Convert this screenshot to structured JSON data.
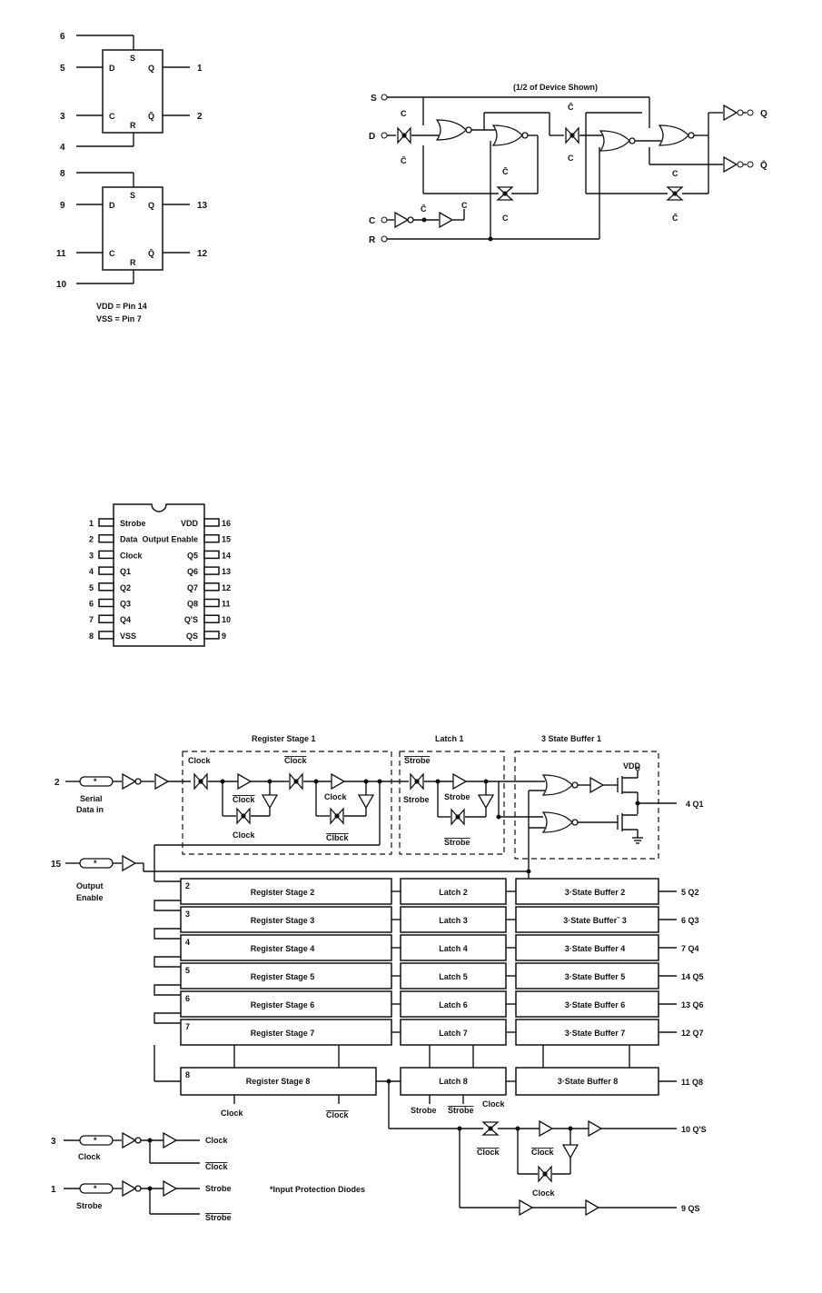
{
  "ff": {
    "a": {
      "set": "6",
      "d": "5",
      "clk": "3",
      "reset": "4",
      "q": "1",
      "qbar": "2"
    },
    "b": {
      "set": "8",
      "d": "9",
      "clk": "11",
      "reset": "10",
      "q": "13",
      "qbar": "12"
    },
    "labels": {
      "d": "D",
      "c": "C",
      "s": "S",
      "r": "R",
      "q": "Q",
      "qbar": "Q̄"
    },
    "power": {
      "vdd": "VDD = Pin 14",
      "vss": "VSS = Pin 7"
    }
  },
  "logic": {
    "title": "(1/2 of Device Shown)",
    "inputs": {
      "s": "S",
      "d": "D",
      "c": "C",
      "r": "R"
    },
    "outputs": {
      "q": "Q",
      "qbar": "Q̄"
    },
    "c": "C",
    "cbar": "C̄"
  },
  "pinout": {
    "left": [
      {
        "num": "1",
        "name": "Strobe"
      },
      {
        "num": "2",
        "name": "Data"
      },
      {
        "num": "3",
        "name": "Clock"
      },
      {
        "num": "4",
        "name": "Q1"
      },
      {
        "num": "5",
        "name": "Q2"
      },
      {
        "num": "6",
        "name": "Q3"
      },
      {
        "num": "7",
        "name": "Q4"
      },
      {
        "num": "8",
        "name": "VSS"
      }
    ],
    "right": [
      {
        "num": "16",
        "name": "VDD"
      },
      {
        "num": "15",
        "name": "Output Enable"
      },
      {
        "num": "14",
        "name": "Q5"
      },
      {
        "num": "13",
        "name": "Q6"
      },
      {
        "num": "12",
        "name": "Q7"
      },
      {
        "num": "11",
        "name": "Q8"
      },
      {
        "num": "10",
        "name": "Q'S"
      },
      {
        "num": "9",
        "name": "QS"
      }
    ]
  },
  "block": {
    "headers": {
      "reg": "Register Stage 1",
      "latch": "Latch 1",
      "buf": "3 State Buffer 1"
    },
    "stage1": {
      "clock": "Clock",
      "clockbar": "Clock",
      "clockbar2": "Clbck",
      "strobe": "Strobe",
      "strobebar": "Strobe",
      "vdd": "VDD"
    },
    "serial": {
      "pin": "2",
      "label1": "Serial",
      "label2": "Data in"
    },
    "oe": {
      "pin": "15",
      "label1": "Output",
      "label2": "Enable"
    },
    "q1": "4  Q1",
    "rows": [
      {
        "num": "2",
        "reg": "Register Stage 2",
        "latch": "Latch 2",
        "buf": "3·State Buffer  2",
        "out": "5  Q2"
      },
      {
        "num": "3",
        "reg": "Register Stage 3",
        "latch": "Latch 3",
        "buf": "3·State Bufferˇ  3",
        "out": "6  Q3"
      },
      {
        "num": "4",
        "reg": "Register Stage 4",
        "latch": "Latch 4",
        "buf": "3·State Buffer  4",
        "out": "7  Q4"
      },
      {
        "num": "5",
        "reg": "Register Stage 5",
        "latch": "Latch 5",
        "buf": "3·State Buffer  5",
        "out": "14  Q5"
      },
      {
        "num": "6",
        "reg": "Register Stage 6",
        "latch": "Latch 6",
        "buf": "3·State Buffer  6",
        "out": "13  Q6"
      },
      {
        "num": "7",
        "reg": "Register Stage 7",
        "latch": "Latch 7",
        "buf": "3·State Buffer  7",
        "out": "12  Q7"
      }
    ],
    "row8": {
      "num": "8",
      "reg": "Register Stage 8",
      "latch": "Latch 8",
      "buf": "3·State Buffer    8",
      "out": "11  Q8"
    },
    "under8": {
      "clock": "Clock",
      "clockbar": "Clock",
      "strobe": "Strobe",
      "strobebar": "Strobe"
    },
    "qs_prime": {
      "clock": "Clock",
      "clockbar": "Clock",
      "clockbar2": "Clock",
      "clock2": "Clock",
      "out": "10  Q'S"
    },
    "qs": {
      "out": "9  QS"
    },
    "clk_in": {
      "pin": "3",
      "label": "Clock",
      "out": "Clock",
      "outbar": "Clock"
    },
    "strobe_in": {
      "pin": "1",
      "label": "Strobe",
      "out": "Strobe",
      "outbar": "Strobe"
    },
    "note": "*Input Protection Diodes",
    "star": "*"
  }
}
